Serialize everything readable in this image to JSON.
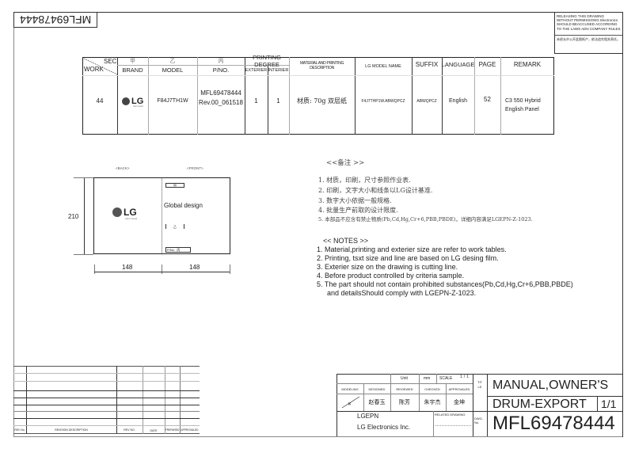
{
  "rotated_dwg_no": "MFL69478444",
  "notice": {
    "en": "RELEASING THIS DRAWING WITHOUT PERMISSIONG Electronics SHOULD BEACCUSED ACCORDING TO THE LAWS ADN COMPANY RULES",
    "cn": "未经允许公开此图纸产，依法追究相关责任。"
  },
  "spec_table": {
    "headers": {
      "sec": "SEC.",
      "work": "WORK",
      "jia": "甲",
      "yi": "乙",
      "bing": "丙",
      "brand": "BRAND",
      "model": "MODEL",
      "pno": "P/NO.",
      "printing_degree": "PRINTING DEGREE",
      "exterier": "EXTERIER",
      "interier": "INTERIER",
      "material": "MATERIAL AND PRINTING DESCRIPTION",
      "lg_model_name": "LG MODEL NAME",
      "suffix": "SUFFIX",
      "language": "LANGUAGE",
      "page": "PAGE",
      "remark": "REMARK"
    },
    "row": {
      "work": "44",
      "brand": "LG",
      "brand_tagline": "Life's Good",
      "model": "F84J7TH1W",
      "pno": "MFL69478444",
      "rev": "Rev.00_061518",
      "exterier": "1",
      "interier": "1",
      "material": "材质: 70g 双层纸",
      "lg_model_name": "F4J7THP1W.ABWQPCZ",
      "suffix": "ABWQPCZ",
      "language": "English",
      "page": "52",
      "remark1": "C3 550 Hybrid",
      "remark2": "English Panel"
    }
  },
  "drawing": {
    "back_label": "<BACK>",
    "front_label": "<FRONT>",
    "height_dim": "210",
    "width_dim_back": "148",
    "width_dim_front": "148",
    "logo": "LG",
    "logo_tagline": "Life's Good",
    "jia_box": "甲",
    "global_design": "Global design",
    "yi_box": "乙",
    "pno_box_label": "P/No.",
    "pno_box_value": "丙"
  },
  "notes_cn": {
    "title": "<<备注 >>",
    "items": [
      "1.  材质，印刷，尺寸参照作业表.",
      "2.  印刷，文字大小和线条以LG设计基准.",
      "3.  数字大小依据一般规格.",
      "4.  批量生产前取的设计限度.",
      "5.  本部品不应含有禁止物质(Pb,Cd,Hg,Cr+6,PBB,PBDE)，详细内容满足LGEPN-Z-1023."
    ]
  },
  "notes_en": {
    "title": "<< NOTES >>",
    "items": [
      "1. Material,printing and exterier size are refer to work tables.",
      "2. Printing, tsxt  size and line are based on LG desing film.",
      "3. Exterier size on the drawing is cutting line.",
      "4. Before product controlled by criteria sample.",
      "5. The part should not contain prohibited substances(Pb,Cd,Hg,Cr+6,PBB,PBDE)",
      "   and detailsShould comply with LGEPN-Z-1023."
    ]
  },
  "revision_table": {
    "headers": [
      "REV No.",
      "REVISION DESCRIPTION",
      "REV NO.",
      "DATE",
      "PREPARED",
      "APPROVALED"
    ]
  },
  "title_block": {
    "unit_label": "Unit",
    "unit_value": "mm",
    "scale_label": "SCALE",
    "scale_value": "1/1",
    "modeling": "MODELING",
    "designed": "DESIGNED",
    "reviewed": "REVIEWED",
    "checked": "CHECKED",
    "approvaled": "APPROVALED",
    "designed_by": "赵春玉",
    "reviewed_by": "陈芳",
    "checked_by": "朱宇杰",
    "approved_by": "金坤",
    "title_vertical": "TITLE",
    "company1": "LGEPN",
    "company2": "LG Electronics Inc.",
    "related_drawing": "RELATED DRAWING",
    "dwg_no_label": "DWG. No.",
    "title1": "MANUAL,OWNER'S",
    "title2": "DRUM-EXPORT",
    "sheet": "1/1",
    "dwg_no": "MFL69478444"
  }
}
